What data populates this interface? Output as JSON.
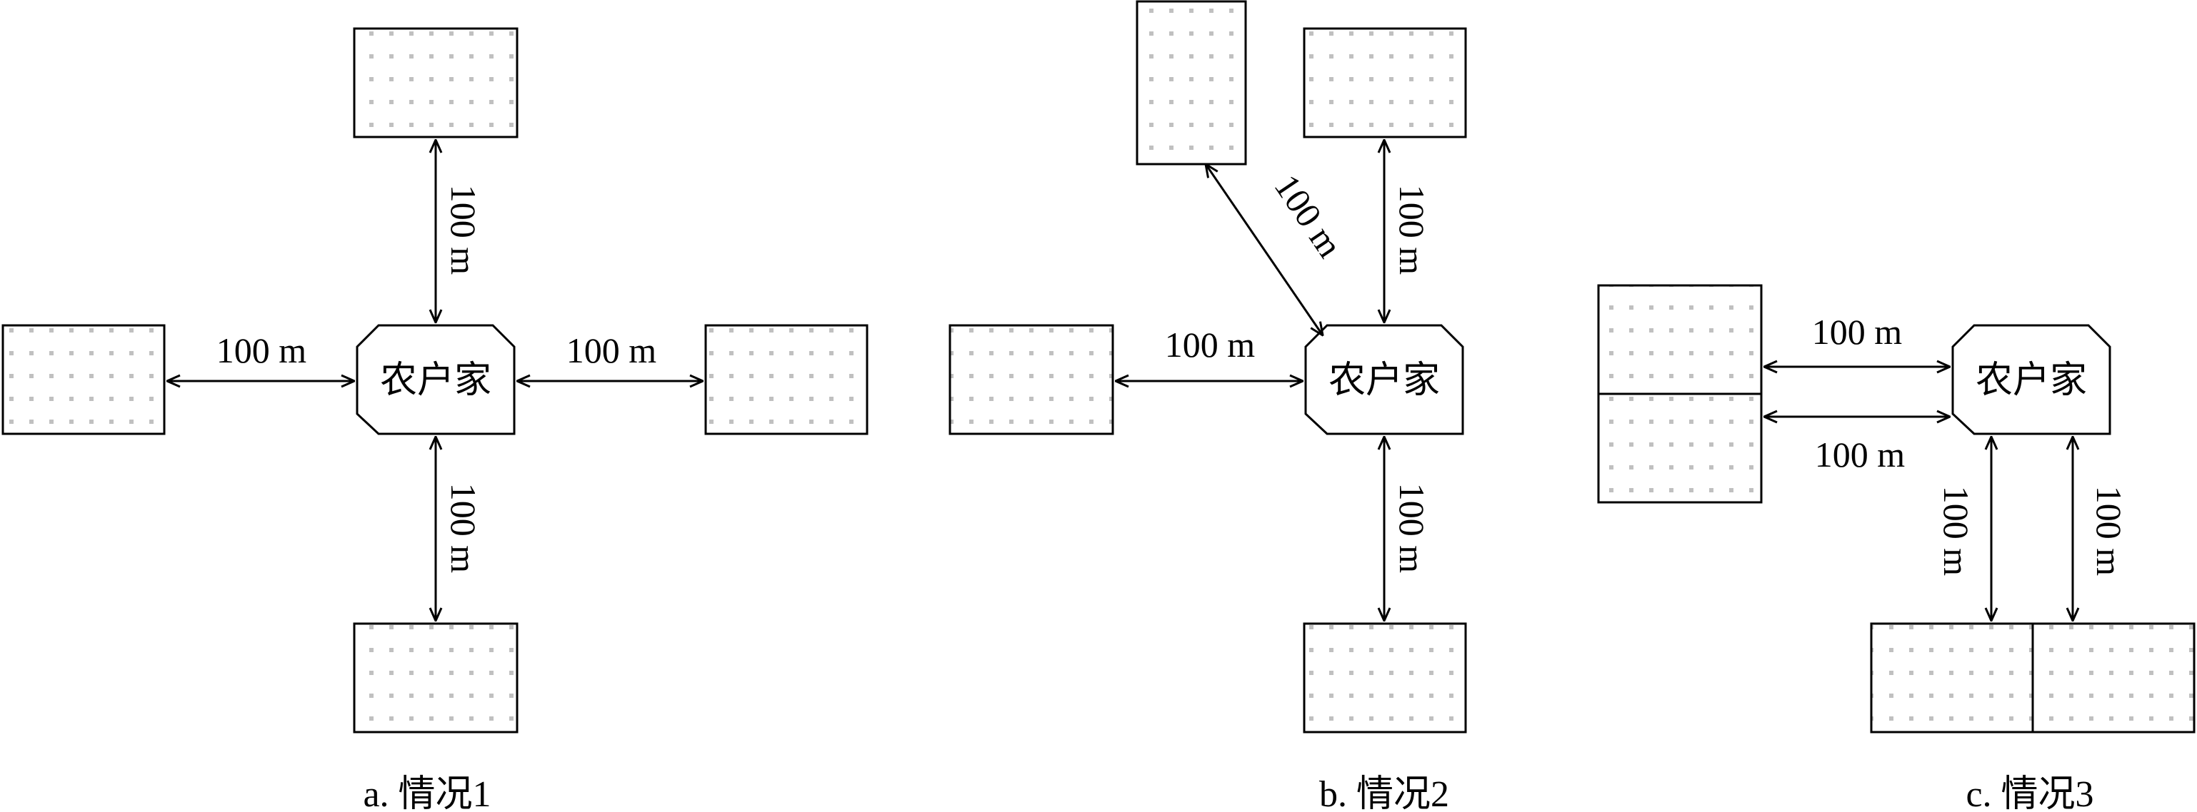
{
  "house_label": "农户家",
  "distance_label": "100 m",
  "panels": [
    {
      "caption": "a. 情况1"
    },
    {
      "caption": "b. 情况2"
    },
    {
      "caption": "c. 情况3"
    }
  ],
  "colors": {
    "line": "#000000",
    "dot": "#c0c0c0",
    "background": "#ffffff"
  }
}
